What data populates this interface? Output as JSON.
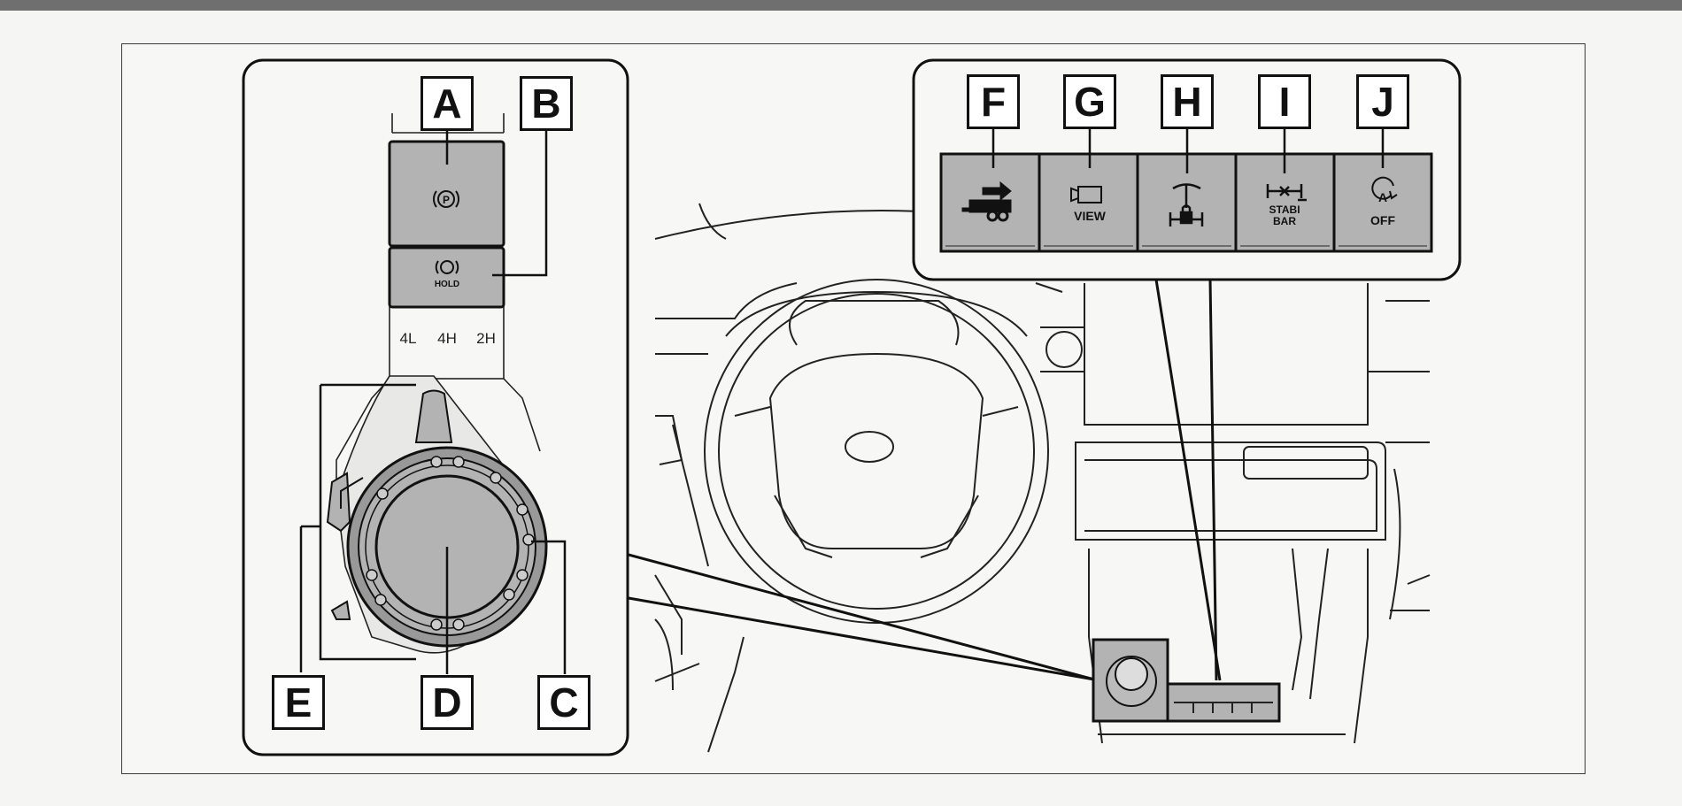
{
  "callouts": {
    "a": "A",
    "b": "B",
    "c": "C",
    "d": "D",
    "e": "E",
    "f": "F",
    "g": "G",
    "h": "H",
    "i": "I",
    "j": "J"
  },
  "console_labels": {
    "hold": "HOLD",
    "shift_4l": "4L",
    "shift_4h": "4H",
    "shift_2h": "2H"
  },
  "button_labels": {
    "view": "VIEW",
    "stabi_line1": "STABI",
    "stabi_line2": "BAR",
    "off": "OFF"
  },
  "icons": {
    "parking_brake": "parking-brake-icon",
    "brake_hold": "brake-hold-icon",
    "trailer": "trailer-icon",
    "camera_view": "camera-view-icon",
    "diff_lock": "differential-lock-icon",
    "stabilizer": "stabilizer-disconnect-icon",
    "auto_start_stop": "auto-start-stop-off-icon"
  },
  "colors": {
    "button_fill": "#b3b3b3",
    "line": "#111111",
    "page_bg": "#f5f5f3",
    "top_bar": "#6f6f6f"
  }
}
